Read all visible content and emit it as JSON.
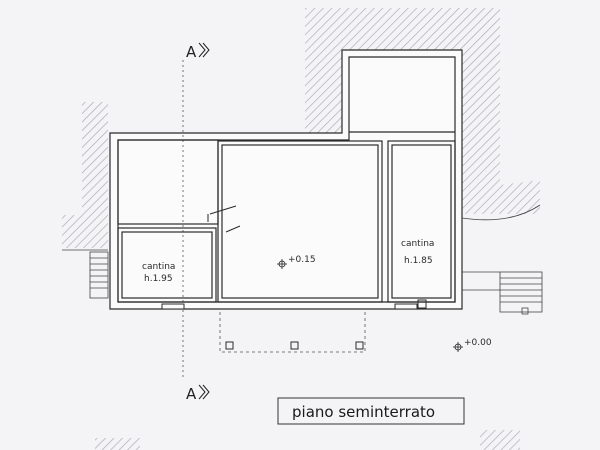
{
  "drawing": {
    "section_mark": "A",
    "title": "piano seminterrato",
    "levels": {
      "floor": "+0.15",
      "outside": "+0.00"
    },
    "rooms": [
      {
        "name": "cantina",
        "height": "h.1.95"
      },
      {
        "name": "cantina",
        "height": "h.1.85"
      }
    ]
  },
  "colors": {
    "ink": "#2b2b2b",
    "hatch": "#9a9aa6",
    "paper": "#f4f4f6"
  }
}
